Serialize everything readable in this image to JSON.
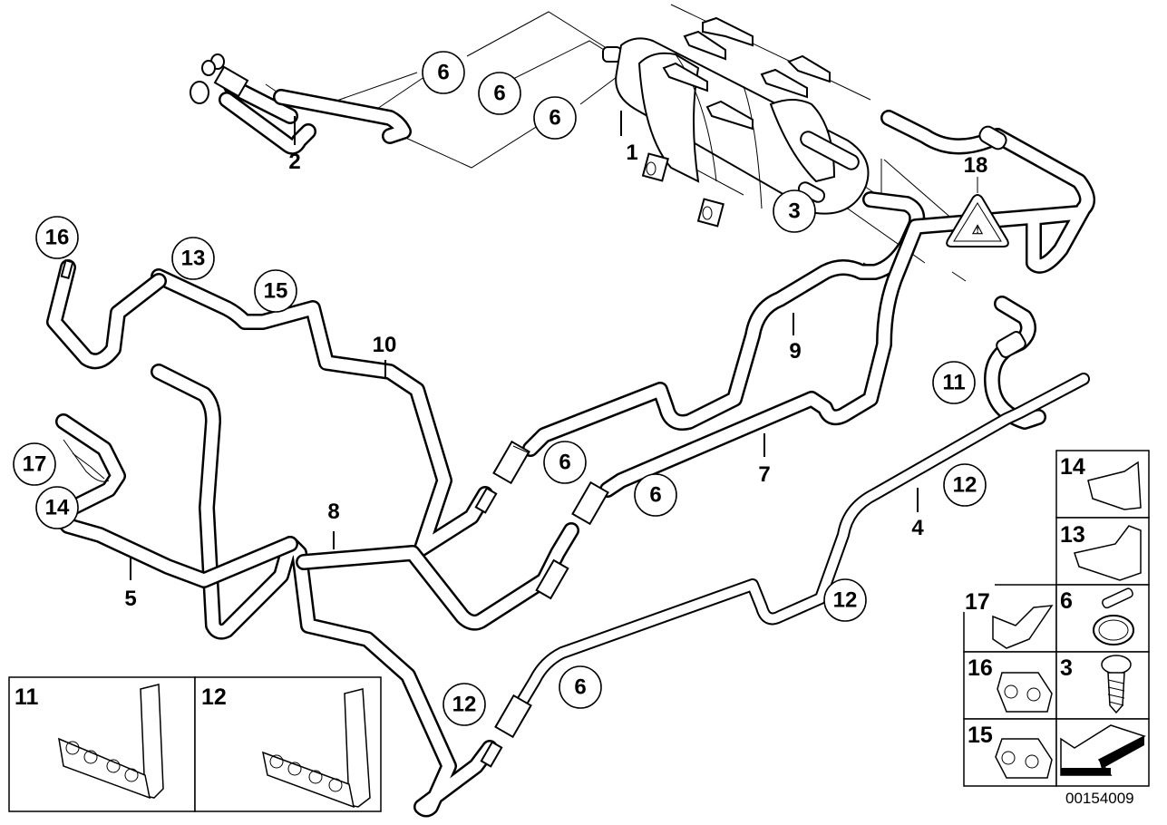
{
  "diagram": {
    "type": "exploded parts diagram",
    "document_number": "00154009",
    "callouts_circled": [
      {
        "id": "c6a",
        "label": "6"
      },
      {
        "id": "c6b",
        "label": "6"
      },
      {
        "id": "c6c",
        "label": "6"
      },
      {
        "id": "c3",
        "label": "3"
      },
      {
        "id": "c16",
        "label": "16"
      },
      {
        "id": "c13",
        "label": "13"
      },
      {
        "id": "c15",
        "label": "15"
      },
      {
        "id": "c11",
        "label": "11"
      },
      {
        "id": "c17",
        "label": "17"
      },
      {
        "id": "c14",
        "label": "14"
      },
      {
        "id": "c6d",
        "label": "6"
      },
      {
        "id": "c6e",
        "label": "6"
      },
      {
        "id": "c12a",
        "label": "12"
      },
      {
        "id": "c12b",
        "label": "12"
      },
      {
        "id": "c12c",
        "label": "12"
      },
      {
        "id": "c6f",
        "label": "6"
      }
    ],
    "labels_plain": [
      {
        "id": "p2",
        "label": "2"
      },
      {
        "id": "p1",
        "label": "1"
      },
      {
        "id": "p18",
        "label": "18"
      },
      {
        "id": "p10",
        "label": "10"
      },
      {
        "id": "p9",
        "label": "9"
      },
      {
        "id": "p7",
        "label": "7"
      },
      {
        "id": "p8",
        "label": "8"
      },
      {
        "id": "p5",
        "label": "5"
      },
      {
        "id": "p4",
        "label": "4"
      }
    ],
    "inset_boxes_bottom": [
      {
        "label": "11",
        "part": "hose-holder-bracket"
      },
      {
        "label": "12",
        "part": "hose-holder-bracket"
      }
    ],
    "inset_boxes_right": [
      {
        "label": "14",
        "part": "clip-holder"
      },
      {
        "label": "13",
        "part": "clip-holder"
      },
      {
        "label": "17",
        "part": "clip"
      },
      {
        "label": "6",
        "part": "hose-clamp"
      },
      {
        "label": "16",
        "part": "double-clip"
      },
      {
        "label": "3",
        "part": "screw"
      },
      {
        "label": "15",
        "part": "double-clip"
      },
      {
        "label": "",
        "part": "direction-arrow"
      }
    ]
  }
}
